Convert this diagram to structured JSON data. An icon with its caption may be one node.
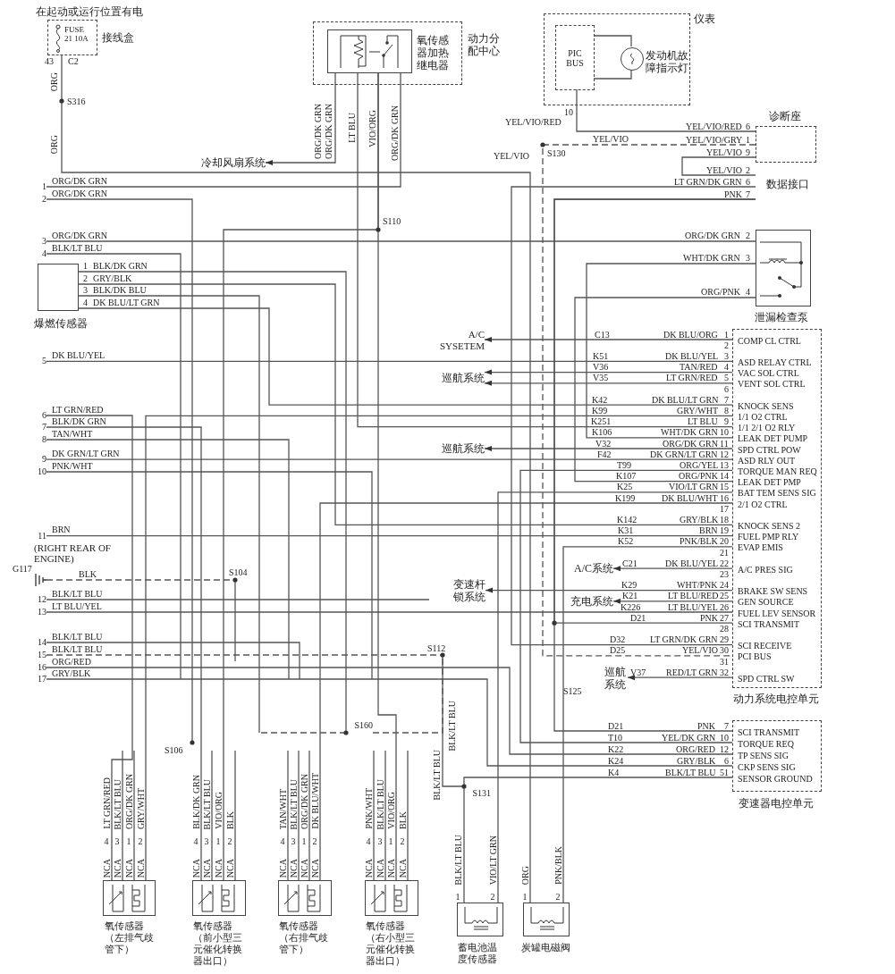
{
  "diagram": {
    "nodes": [
      {
        "text": [
          "FUSE 21 10A"
        ],
        "beside": [
          "在起动或运行位置有电",
          "接线盒"
        ]
      },
      {
        "text": [],
        "shape": "box",
        "beside": [
          "动力分配中心"
        ]
      },
      {
        "text": [],
        "shape": "box",
        "in": 1,
        "beside": [
          "氧传感器加热继电器"
        ]
      },
      {
        "text": [],
        "shape": "box",
        "beside": [
          "仪表"
        ]
      },
      {
        "text": [
          "PIC BUS"
        ],
        "in": 3
      },
      {
        "text": [],
        "shape": "circle",
        "in": 3,
        "beside": [
          "发动机故障指示灯"
        ]
      },
      {
        "text": [],
        "shape": "box",
        "beside": [
          "诊断座"
        ]
      },
      {
        "text": [
          "数据接口"
        ]
      },
      {
        "text": [],
        "shape": "box",
        "beside": [
          "泄漏检查泵"
        ]
      },
      {
        "text": [],
        "shape": "box",
        "beside": [
          "爆燃传感器"
        ]
      },
      {
        "text": [
          "COMP CL CTRL",
          "ASD RELAY CTRL",
          "VAC SOL CTRL",
          "VENT SOL CTRL",
          "KNOCK SENS",
          "1/1 O2 CTRL",
          "1/1 2/1 O2 RLY",
          "LEAK DET PUMP",
          "SPD CTRL POW",
          "ASD RLY OUT",
          "TORQUE MAN REQ",
          "LEAK DET PMP",
          "BAT TEM SENS SIG",
          "2/1 O2 CTRL",
          "KNOCK SENS 2",
          "FUEL PMP RLY",
          "EVAP EMIS",
          "A/C PRES SIG",
          "BRAKE SW SENS",
          "GEN SOURCE",
          "FUEL LEV SENSOR",
          "SCI TRANSMIT",
          "SCI RECEIVE",
          "PCI BUS",
          "SPD CTRL SW"
        ],
        "beside": [
          "动力系统电控单元"
        ]
      },
      {
        "text": [
          "SCI TRANSMIT",
          "TORQUE REQ",
          "TP SENS SIG",
          "CKP SENS SIG",
          "SENSOR GROUND"
        ],
        "beside": [
          "变速器电控单元"
        ]
      },
      {
        "text": [],
        "shape": "box",
        "beside": [
          "氧传感器（左排气歧管下）"
        ]
      },
      {
        "text": [],
        "shape": "box",
        "beside": [
          "氧传感器（前小型三元催化转换器出口）"
        ]
      },
      {
        "text": [],
        "shape": "box",
        "beside": [
          "氧传感器（右排气歧管下）"
        ]
      },
      {
        "text": [],
        "shape": "box",
        "beside": [
          "氧传感器（右小型三元催化转换器出口）"
        ]
      },
      {
        "text": [],
        "shape": "box",
        "beside": [
          "蓄电池温度传感器"
        ]
      },
      {
        "text": [],
        "shape": "box",
        "beside": [
          "炭罐电磁阀"
        ]
      },
      {
        "text": [
          "冷却风扇系统"
        ]
      },
      {
        "text": [
          "A/C SYSETEM"
        ]
      },
      {
        "text": [
          "巡航系统"
        ]
      },
      {
        "text": [
          "巡航系统"
        ]
      },
      {
        "text": [
          "变速杆锁系统"
        ]
      },
      {
        "text": [
          "A/C系统"
        ]
      },
      {
        "text": [
          "充电系统"
        ]
      },
      {
        "text": [
          "巡航系统"
        ]
      },
      {
        "text": [
          "1"
        ]
      },
      {
        "text": [
          "2"
        ]
      },
      {
        "text": [
          "3"
        ]
      },
      {
        "text": [
          "4"
        ]
      },
      {
        "text": [
          "5"
        ]
      },
      {
        "text": [
          "6"
        ]
      },
      {
        "text": [
          "7"
        ]
      },
      {
        "text": [
          "8"
        ]
      },
      {
        "text": [
          "9"
        ]
      },
      {
        "text": [
          "10"
        ]
      },
      {
        "text": [
          "11"
        ]
      },
      {
        "text": [
          "12"
        ]
      },
      {
        "text": [
          "13"
        ]
      },
      {
        "text": [
          "14"
        ]
      },
      {
        "text": [
          "15"
        ]
      },
      {
        "text": [
          "16"
        ]
      },
      {
        "text": [
          "17"
        ]
      },
      {
        "text": [
          "S106"
        ]
      },
      {
        "text": [
          "S112"
        ]
      },
      {
        "text": [
          "S131"
        ]
      },
      {
        "text": [
          "S160"
        ]
      },
      {
        "text": [
          "G117"
        ]
      },
      {
        "text": [
          "S104"
        ]
      }
    ],
    "edges": [
      {
        "from": 2,
        "to": 18,
        "arrow": "to"
      },
      {
        "from": 0,
        "to": 17,
        "arrow": "none"
      },
      {
        "from": 4,
        "to": 6,
        "arrow": "none"
      },
      {
        "from": 6,
        "to": 10,
        "arrow": "none",
        "style": "dashed"
      },
      {
        "from": 7,
        "to": 10,
        "arrow": "none"
      },
      {
        "from": 7,
        "to": 10,
        "arrow": "none"
      },
      {
        "from": 7,
        "to": 11,
        "arrow": "none"
      },
      {
        "from": 8,
        "to": 10,
        "arrow": "none"
      },
      {
        "from": 8,
        "to": 10,
        "arrow": "none"
      },
      {
        "from": 9,
        "to": 10,
        "arrow": "none"
      },
      {
        "from": 9,
        "to": 10,
        "arrow": "none"
      },
      {
        "from": 2,
        "to": 10,
        "arrow": "none"
      },
      {
        "from": 10,
        "to": 19,
        "arrow": "to"
      },
      {
        "from": 10,
        "to": 20,
        "arrow": "to"
      },
      {
        "from": 10,
        "to": 20,
        "arrow": "to"
      },
      {
        "from": 10,
        "to": 21,
        "arrow": "to"
      },
      {
        "from": 10,
        "to": 23,
        "arrow": "to"
      },
      {
        "from": 10,
        "to": 22,
        "arrow": "to"
      },
      {
        "from": 10,
        "to": 24,
        "arrow": "to"
      },
      {
        "from": 10,
        "to": 25,
        "arrow": "to"
      },
      {
        "from": 11,
        "to": 10,
        "arrow": "none"
      },
      {
        "from": 16,
        "to": 10,
        "arrow": "none"
      },
      {
        "from": 17,
        "to": 10,
        "arrow": "none"
      },
      {
        "from": 16,
        "to": 11,
        "arrow": "none"
      },
      {
        "from": 2,
        "to": 13,
        "arrow": "none"
      },
      {
        "from": 2,
        "to": 15,
        "arrow": "none"
      },
      {
        "from": 12,
        "to": 10,
        "arrow": "none"
      },
      {
        "from": 14,
        "to": 10,
        "arrow": "none"
      },
      {
        "from": 4,
        "to": 5,
        "arrow": "none"
      },
      {
        "from": 4,
        "to": 5,
        "arrow": "none"
      },
      {
        "from": 26,
        "to": 2,
        "arrow": "none"
      },
      {
        "from": 27,
        "to": 43,
        "arrow": "none"
      },
      {
        "from": 28,
        "to": 8,
        "arrow": "none"
      },
      {
        "from": 29,
        "to": null,
        "arrow": "none"
      },
      {
        "from": 30,
        "to": 10,
        "arrow": "none"
      },
      {
        "from": 31,
        "to": 12,
        "arrow": "none"
      },
      {
        "from": 32,
        "to": 13,
        "arrow": "none"
      },
      {
        "from": 33,
        "to": null,
        "arrow": "none"
      },
      {
        "from": 34,
        "to": 10,
        "arrow": "none"
      },
      {
        "from": 35,
        "to": null,
        "arrow": "none"
      },
      {
        "from": 36,
        "to": 10,
        "arrow": "none"
      },
      {
        "from": 37,
        "to": null,
        "arrow": "none"
      },
      {
        "from": 38,
        "to": 10,
        "arrow": "none"
      },
      {
        "from": 39,
        "to": null,
        "arrow": "none"
      },
      {
        "from": 40,
        "to": 44,
        "arrow": "none",
        "style": "dashed"
      },
      {
        "from": 41,
        "to": 11,
        "arrow": "none"
      },
      {
        "from": 42,
        "to": 11,
        "arrow": "none"
      },
      {
        "from": 9,
        "to": 46,
        "arrow": "none"
      },
      {
        "from": 9,
        "to": null,
        "arrow": "none"
      },
      {
        "from": 6,
        "to": 7,
        "arrow": "none"
      },
      {
        "from": 12,
        "to": null,
        "arrow": "none"
      },
      {
        "from": 12,
        "to": null,
        "arrow": "none"
      },
      {
        "from": 13,
        "to": null,
        "arrow": "none"
      },
      {
        "from": 13,
        "to": null,
        "arrow": "none"
      },
      {
        "from": 14,
        "to": null,
        "arrow": "none"
      },
      {
        "from": 14,
        "to": null,
        "arrow": "none"
      },
      {
        "from": 14,
        "to": null,
        "arrow": "none"
      },
      {
        "from": 15,
        "to": null,
        "arrow": "none"
      },
      {
        "from": 15,
        "to": null,
        "arrow": "none"
      },
      {
        "from": 15,
        "to": null,
        "arrow": "none"
      },
      {
        "from": 44,
        "to": 45,
        "arrow": "none"
      },
      {
        "from": 46,
        "to": null,
        "arrow": "none",
        "style": "dashed"
      },
      {
        "from": 46,
        "to": 44,
        "arrow": "none",
        "style": "dashed"
      },
      {
        "from": 47,
        "to": 48,
        "arrow": "none",
        "style": "dashed"
      },
      {
        "from": 48,
        "to": null,
        "arrow": "none"
      }
    ],
    "labels": [
      "43",
      "C2",
      "ORG",
      "S316",
      "ORG",
      "ORG/DK GRN",
      "ORG/DK GRN",
      "LT BLU",
      "VIO/ORG",
      "ORG/DK GRN",
      "10",
      "YEL/VIO/RED",
      "YEL/VIO",
      "YEL/VIO",
      "S130",
      "YEL/VIO/RED",
      "6",
      "YEL/VIO/GRY",
      "1",
      "YEL/VIO",
      "9",
      "YEL/VIO",
      "2",
      "LT GRN/DK GRN",
      "6",
      "PNK",
      "7",
      "ORG/DK GRN",
      "ORG/DK GRN",
      "S110",
      "ORG/DK GRN",
      "BLK/LT BLU",
      "ORG/DK GRN",
      "2",
      "WHT/DK GRN",
      "3",
      "ORG/PNK",
      "4",
      "1",
      "BLK/DK GRN",
      "2",
      "GRY/BLK",
      "3",
      "BLK/DK BLU",
      "4",
      "DK BLU/LT GRN",
      "DK BLU/YEL",
      "LT GRN/RED",
      "BLK/DK GRN",
      "TAN/WHT",
      "DK GRN/LT GRN",
      "PNK/WHT",
      "BRN",
      "(RIGHT REAR OF ENGINE)",
      "BLK",
      "BLK/LT BLU",
      "LT BLU/YEL",
      "BLK/LT BLU",
      "BLK/LT BLU",
      "ORG/RED",
      "GRY/BLK",
      "C13",
      "DK BLU/ORG",
      "1",
      "2",
      "K51",
      "DK BLU/YEL",
      "3",
      "V36",
      "TAN/RED",
      "4",
      "V35",
      "LT GRN/RED",
      "5",
      "6",
      "K42",
      "DK BLU/LT GRN",
      "7",
      "K99",
      "GRY/WHT",
      "8",
      "K251",
      "LT BLU",
      "9",
      "K106",
      "WHT/DK GRN",
      "10",
      "V32",
      "ORG/DK GRN",
      "11",
      "F42",
      "DK GRN/LT GRN",
      "12",
      "T99",
      "ORG/YEL",
      "13",
      "K107",
      "ORG/PNK",
      "14",
      "K25",
      "VIO/LT GRN",
      "15",
      "K199",
      "DK BLU/WHT",
      "16",
      "17",
      "K142",
      "GRY/BLK",
      "18",
      "K31",
      "BRN",
      "19",
      "K52",
      "PNK/BLK",
      "20",
      "21",
      "C21",
      "DK BLU/YEL",
      "22",
      "23",
      "K29",
      "WHT/PNK",
      "24",
      "K21",
      "LT BLU/RED",
      "25",
      "K226",
      "LT BLU/YEL",
      "26",
      "D21",
      "PNK",
      "27",
      "28",
      "D32",
      "LT GRN/DK GRN",
      "29",
      "D25",
      "YEL/VIO",
      "30",
      "31",
      "V37",
      "RED/LT GRN",
      "32",
      "S125",
      "D21",
      "PNK",
      "7",
      "T10",
      "YEL/DK GRN",
      "10",
      "K22",
      "ORG/RED",
      "12",
      "K24",
      "GRY/BLK",
      "6",
      "K4",
      "BLK/LT BLU",
      "51",
      "BLK/LT BLU",
      "BLK/LT BLU",
      "LT GRN/RED",
      "BLK/LT BLU",
      "ORG/DK GRN",
      "GRY/WHT",
      "4",
      "3",
      "1",
      "2",
      "NCA",
      "NCA",
      "NCA",
      "NCA",
      "BLK/DK GRN",
      "BLK/LT BLU",
      "VIO/ORG",
      "BLK",
      "4",
      "3",
      "1",
      "2",
      "NCA",
      "NCA",
      "NCA",
      "NCA",
      "TAN/WHT",
      "BLK/LT BLU",
      "ORG/DK GRN",
      "DK BLU/WHT",
      "4",
      "3",
      "1",
      "2",
      "NCA",
      "NCA",
      "NCA",
      "NCA",
      "PNK/WHT",
      "BLK/LT BLU",
      "VIO/ORG",
      "BLK",
      "4",
      "3",
      "1",
      "2",
      "NCA",
      "NCA",
      "NCA",
      "NCA",
      "BLK/LT BLU",
      "1",
      "VIO/LT GRN",
      "2",
      "ORG",
      "1",
      "PNK/BLK",
      "2"
    ]
  }
}
